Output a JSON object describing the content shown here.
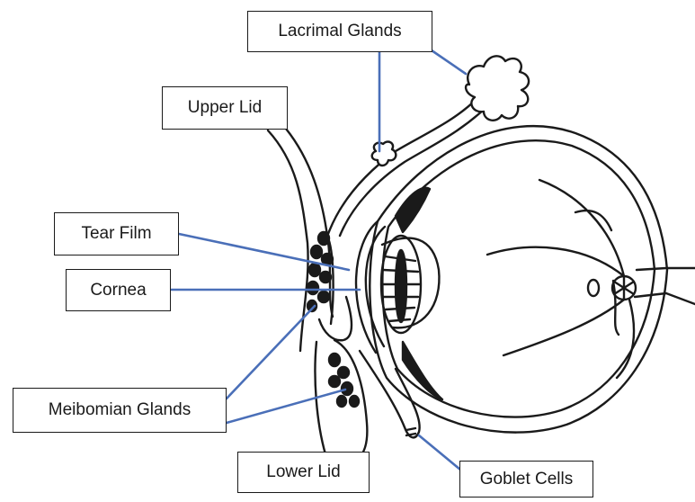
{
  "labels": {
    "lacrimal_glands": "Lacrimal Glands",
    "upper_lid": "Upper Lid",
    "tear_film": "Tear Film",
    "cornea": "Cornea",
    "meibomian_glands": "Meibomian Glands",
    "lower_lid": "Lower Lid",
    "goblet_cells": "Goblet Cells"
  },
  "colors": {
    "leader_line": "#4a6fb8",
    "ink": "#1a1a1a",
    "background": "#ffffff"
  }
}
